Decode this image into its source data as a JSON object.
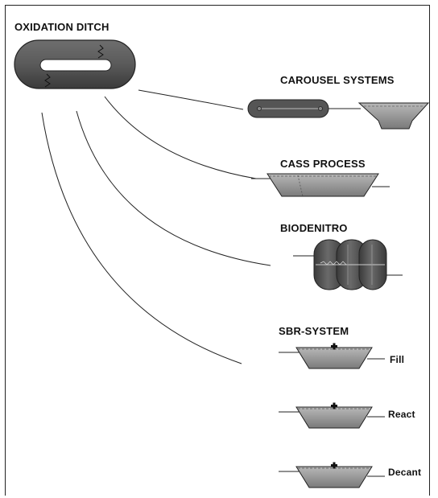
{
  "labels": {
    "oxidation_ditch": "OXIDATION DITCH",
    "carousel": "CAROUSEL SYSTEMS",
    "cass": "CASS PROCESS",
    "biodenitro": "BIODENITRO",
    "sbr": "SBR-SYSTEM",
    "fill": "Fill",
    "react": "React",
    "decant": "Decant"
  },
  "colors": {
    "dark_fill": "#4a4a4a",
    "mid_fill": "#8c8c8c",
    "light_fill": "#b5b5b5",
    "line": "#222222"
  }
}
